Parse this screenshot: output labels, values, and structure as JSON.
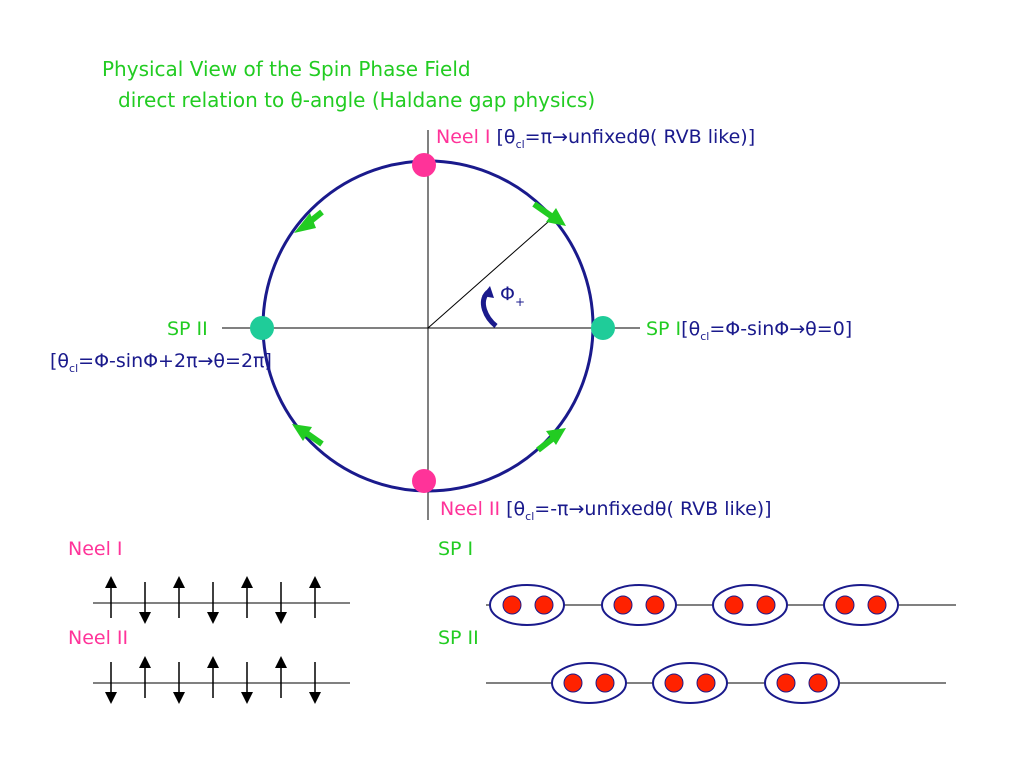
{
  "title": {
    "line1": "Physical View of the Spin Phase Field",
    "line2": "direct relation to θ-angle (Haldane gap physics)"
  },
  "labels": {
    "neel1_name": "Neel I",
    "neel1_desc": "[θ",
    "neel1_sub": "cl",
    "neel1_tail": "=π→unfixedθ( RVB like)]",
    "neel2_name": "Neel II",
    "neel2_desc": "[θ",
    "neel2_sub": "cl",
    "neel2_tail": "=-π→unfixedθ( RVB like)]",
    "sp1_name": "SP I",
    "sp1_desc": "[θ",
    "sp1_sub": "cl",
    "sp1_tail": "=Φ-sinΦ→θ=0]",
    "sp2_name": "SP II",
    "sp2_desc": "[θ",
    "sp2_sub": "cl",
    "sp2_tail": "=Φ-sinΦ+2π→θ=2π]",
    "phi": "Φ",
    "phi_sub": "+"
  },
  "bottom": {
    "neel1": "Neel I",
    "neel2": "Neel II",
    "sp1": "SP I",
    "sp2": "SP II"
  },
  "colors": {
    "green": "#22cc22",
    "pink": "#ff3399",
    "navy": "#1a1a8c",
    "teal": "#1fcc99",
    "dimer_red": "#ff2200"
  }
}
